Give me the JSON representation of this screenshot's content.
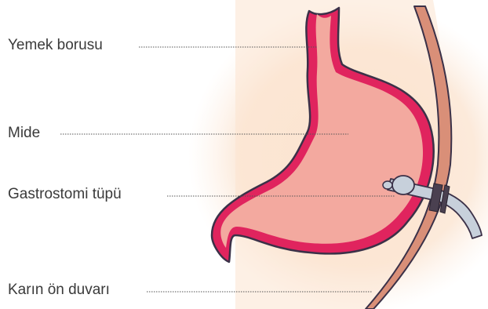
{
  "labels": {
    "esophagus": "Yemek borusu",
    "stomach": "Mide",
    "gastrostomy_tube": "Gastrostomi tüpü",
    "abdominal_wall": "Karın ön duvarı"
  },
  "colors": {
    "background_glow": "#fbe3cf",
    "abdominal_wall": "#d98f78",
    "stomach_fill": "#f3a99f",
    "stomach_lining": "#e0245e",
    "outline": "#3b3148",
    "tube": "#c7d0db",
    "leader_line": "#555555"
  }
}
